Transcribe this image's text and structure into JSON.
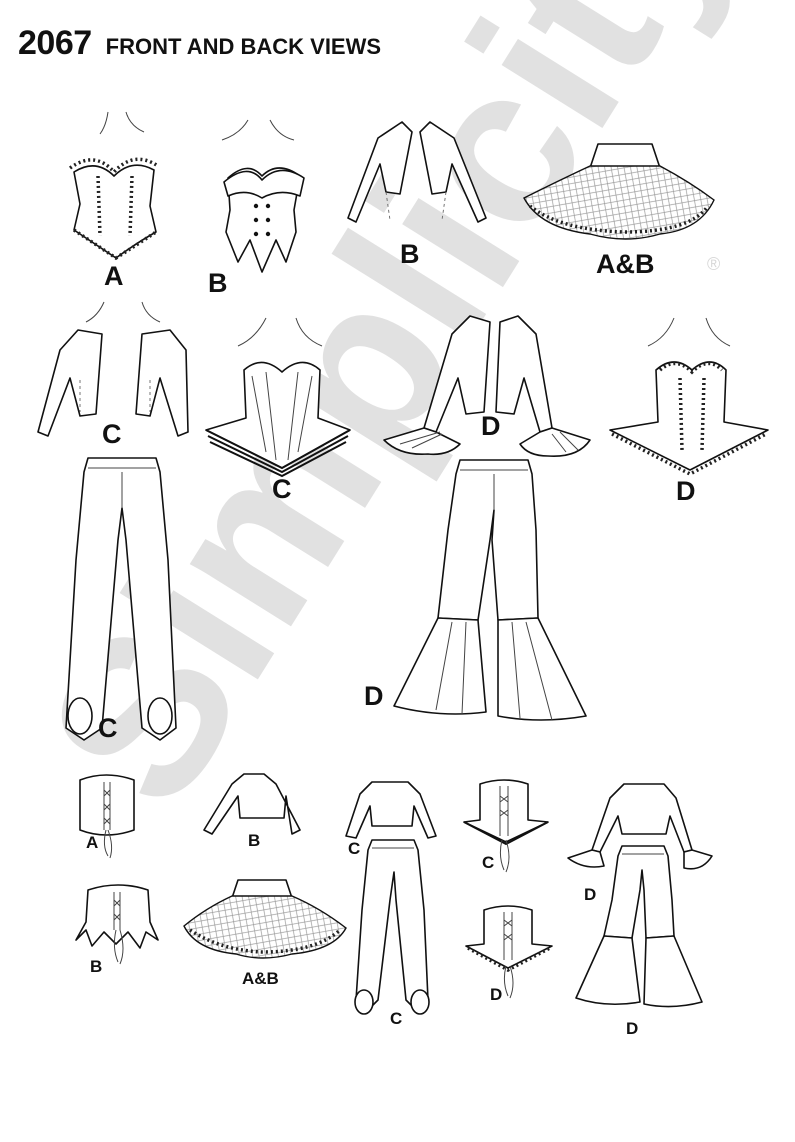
{
  "header": {
    "pattern_number": "2067",
    "title": "FRONT AND BACK VIEWS"
  },
  "watermark": {
    "brand": "Simplicity",
    "registered_mark": "®"
  },
  "views": [
    {
      "id": "top-a",
      "label": "A"
    },
    {
      "id": "top-b",
      "label": "B"
    },
    {
      "id": "bolero-b",
      "label": "B"
    },
    {
      "id": "tutu-ab",
      "label": "A&B"
    },
    {
      "id": "bolero-c",
      "label": "C"
    },
    {
      "id": "top-c",
      "label": "C"
    },
    {
      "id": "bolero-d",
      "label": "D"
    },
    {
      "id": "top-d",
      "label": "D"
    },
    {
      "id": "pants-c",
      "label": "C"
    },
    {
      "id": "pants-d",
      "label": "D"
    },
    {
      "id": "back-top-a",
      "label": "A"
    },
    {
      "id": "back-bolero-b",
      "label": "B"
    },
    {
      "id": "back-bolero-c",
      "label": "C"
    },
    {
      "id": "back-top-c",
      "label": "C"
    },
    {
      "id": "back-bolero-d",
      "label": "D"
    },
    {
      "id": "back-top-b",
      "label": "B"
    },
    {
      "id": "back-tutu-ab",
      "label": "A&B"
    },
    {
      "id": "back-pants-c",
      "label": "C"
    },
    {
      "id": "back-top-d",
      "label": "D"
    },
    {
      "id": "back-pants-d",
      "label": "D"
    }
  ]
}
